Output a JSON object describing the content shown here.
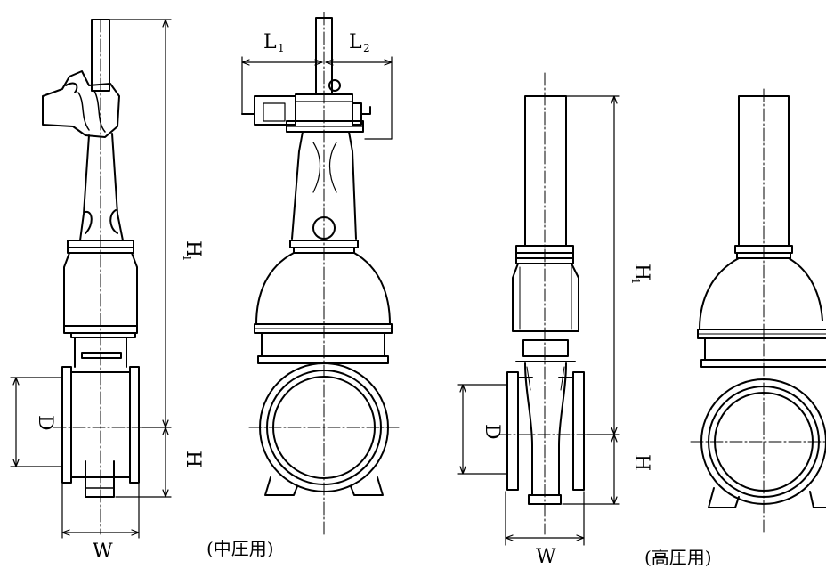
{
  "colors": {
    "ink": "#000000",
    "paper": "#ffffff"
  },
  "labels": {
    "L1_main": "L",
    "L1_sub": "1",
    "L2_main": "L",
    "L2_sub": "2",
    "H1_main": "H",
    "H1_sub": "1",
    "H": "H",
    "D": "D",
    "W": "W"
  },
  "captions": {
    "medium": "(中圧用)",
    "high": "(高圧用)"
  }
}
